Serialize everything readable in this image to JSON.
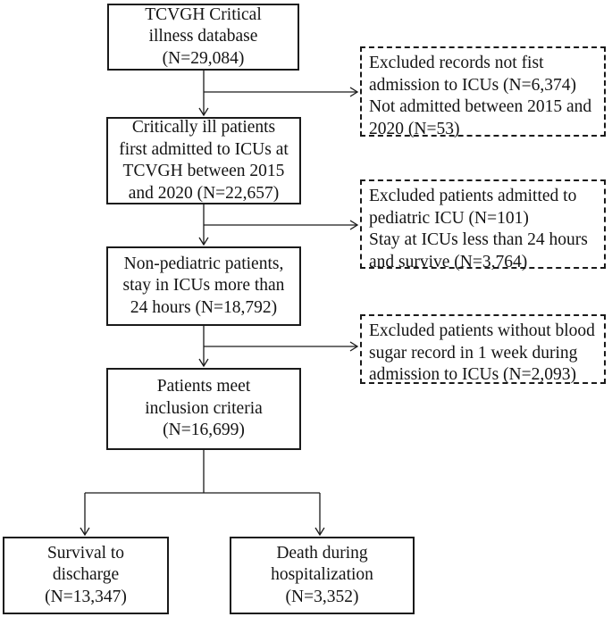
{
  "flowchart": {
    "main_boxes": [
      {
        "id": "database",
        "lines": [
          "TCVGH Critical",
          "illness database",
          "(N=29,084)"
        ]
      },
      {
        "id": "first-admitted",
        "lines": [
          "Critically ill patients",
          "first admitted to ICUs at",
          "TCVGH between 2015",
          "and 2020 (N=22,657)"
        ]
      },
      {
        "id": "non-pediatric",
        "lines": [
          "Non-pediatric patients,",
          "stay in ICUs more than",
          "24 hours (N=18,792)"
        ]
      },
      {
        "id": "inclusion",
        "lines": [
          "Patients meet",
          "inclusion criteria",
          "(N=16,699)"
        ]
      },
      {
        "id": "survival",
        "lines": [
          "Survival to",
          "discharge",
          "(N=13,347)"
        ]
      },
      {
        "id": "death",
        "lines": [
          "Death during",
          "hospitalization",
          "(N=3,352)"
        ]
      }
    ],
    "exclusion_boxes": [
      {
        "id": "exclusion-1",
        "lines": [
          "Excluded records not fist",
          "admission to ICUs (N=6,374)",
          "Not admitted between 2015 and",
          "2020 (N=53)"
        ]
      },
      {
        "id": "exclusion-2",
        "lines": [
          "Excluded patients admitted to",
          "pediatric ICU (N=101)",
          "Stay at ICUs less than 24 hours",
          "and survive (N=3,764)"
        ]
      },
      {
        "id": "exclusion-3",
        "lines": [
          "Excluded patients without blood",
          "sugar record in 1 week during",
          "admission to ICUs (N=2,093)"
        ]
      }
    ],
    "colors": {
      "line": "#1a1a1a",
      "text": "#141414",
      "background": "#ffffff"
    }
  }
}
